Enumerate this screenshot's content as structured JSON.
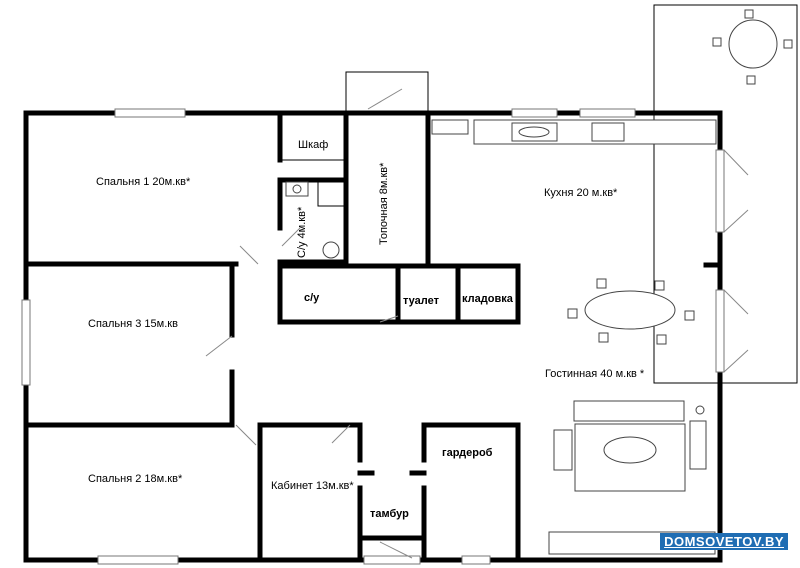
{
  "rooms": {
    "bedroom1": "Спальня 1 20м.кв*",
    "bedroom3": "Спальня 3 15м.кв",
    "bedroom2": "Спальня 2 18м.кв*",
    "closet": "Шкаф",
    "bathroom_small": "С/у 4м.кв*",
    "furnace": "Топочная 8м.кв*",
    "kitchen": "Кухня 20 м.кв*",
    "bathroom": "с/у",
    "toilet": "туалет",
    "storage": "кладовка",
    "living": "Гостинная 40 м.кв *",
    "wardrobe": "гардероб",
    "office": "Кабинет 13м.кв*",
    "vestibule": "тамбур"
  },
  "watermark": "DOMSOVETOV.BY"
}
